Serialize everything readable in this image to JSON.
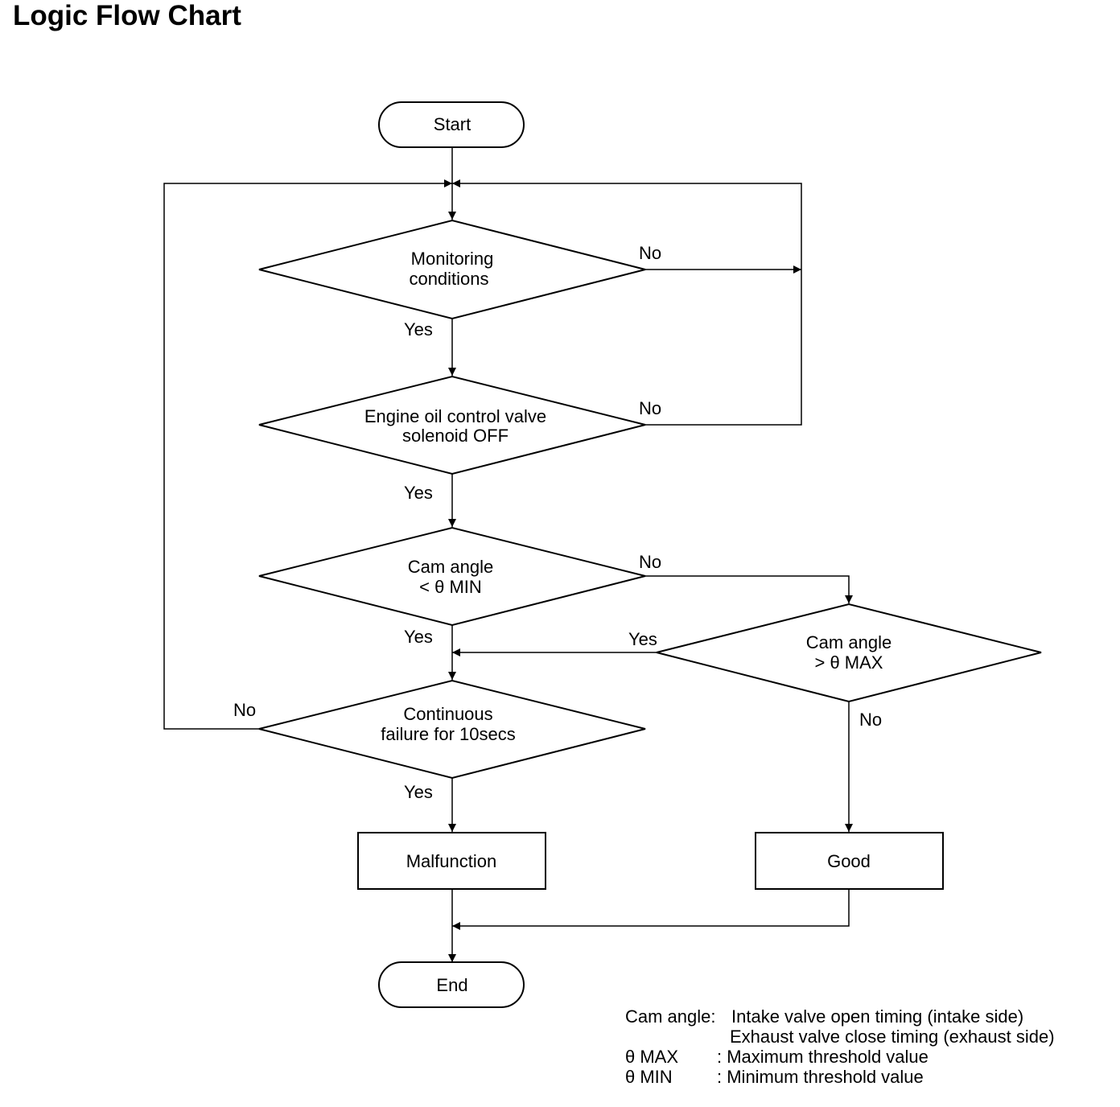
{
  "title": "Logic Flow Chart",
  "nodes": {
    "start": "Start",
    "monitoring": [
      "Monitoring",
      "conditions"
    ],
    "solenoid": [
      "Engine oil control valve",
      "solenoid OFF"
    ],
    "cam_min": [
      "Cam angle",
      "< θ MIN"
    ],
    "cam_max": [
      "Cam angle",
      "> θ MAX"
    ],
    "continuous": [
      "Continuous",
      "failure for 10secs"
    ],
    "malfunction": "Malfunction",
    "good": "Good",
    "end": "End"
  },
  "labels": {
    "yes": "Yes",
    "no": "No"
  },
  "notes": {
    "cam_angle_label": "Cam angle:",
    "cam_angle_line1": "Intake valve open timing (intake side)",
    "cam_angle_line2": "Exhaust valve close timing (exhaust side)",
    "max_label": "θ MAX",
    "max_desc": ": Maximum threshold value",
    "min_label": "θ MIN",
    "min_desc": ": Minimum threshold value"
  }
}
